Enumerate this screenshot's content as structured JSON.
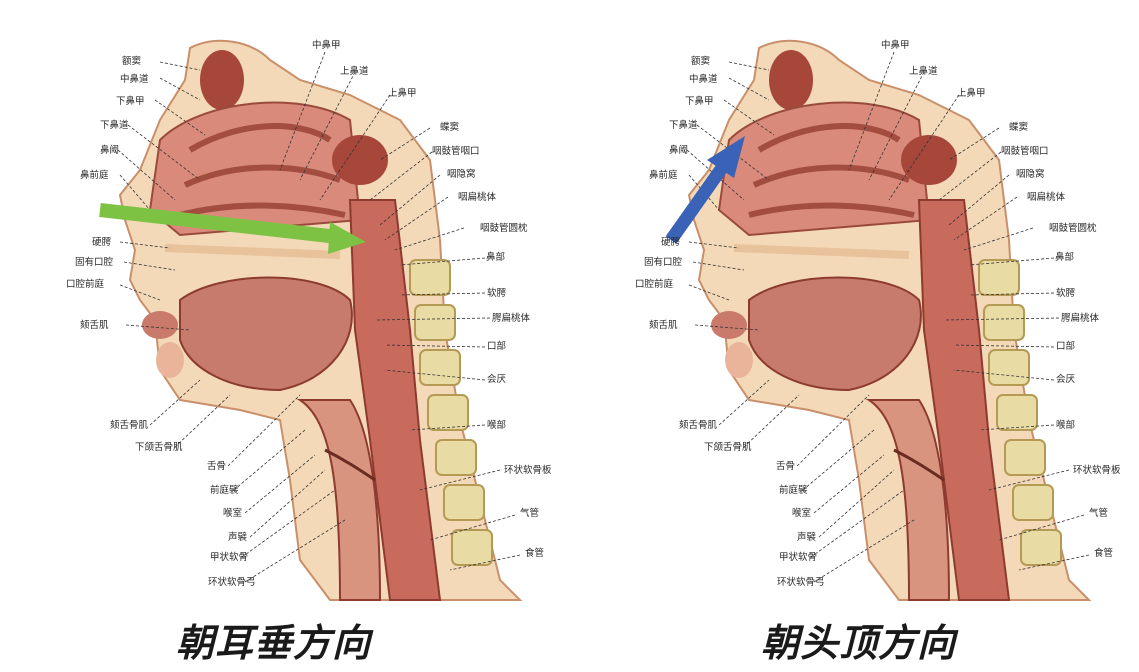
{
  "panels": [
    {
      "caption": "朝耳垂方向",
      "arrow_color": "#7dc242",
      "labels": [
        "额窦",
        "中鼻道",
        "下鼻甲",
        "下鼻道",
        "鼻阈",
        "鼻前庭",
        "硬腭",
        "固有口腔",
        "口腔前庭",
        "颏舌肌",
        "颏舌骨肌",
        "下颌舌骨肌",
        "舌骨",
        "前庭襞",
        "喉室",
        "声襞",
        "甲状软骨",
        "环状软骨弓",
        "中鼻甲",
        "上鼻道",
        "上鼻甲",
        "蝶窦",
        "咽鼓管咽口",
        "咽隐窝",
        "咽扁桃体",
        "咽鼓管圆枕",
        "鼻部",
        "软腭",
        "腭扁桃体",
        "口部",
        "会厌",
        "喉部",
        "环状软骨板",
        "气管",
        "食管"
      ]
    },
    {
      "caption": "朝头顶方向",
      "arrow_color": "#3a63b8",
      "labels": [
        "额窦",
        "中鼻道",
        "下鼻甲",
        "下鼻道",
        "鼻阈",
        "鼻前庭",
        "硬腭",
        "固有口腔",
        "口腔前庭",
        "颏舌肌",
        "颏舌骨肌",
        "下颌舌骨肌",
        "舌骨",
        "前庭襞",
        "喉室",
        "声襞",
        "甲状软骨",
        "环状软骨弓",
        "中鼻甲",
        "上鼻道",
        "上鼻甲",
        "蝶窦",
        "咽鼓管咽口",
        "咽隐窝",
        "咽扁桃体",
        "咽鼓管圆枕",
        "鼻部",
        "软腭",
        "腭扁桃体",
        "口部",
        "会厌",
        "喉部",
        "环状软骨板",
        "气管",
        "食管"
      ]
    }
  ]
}
